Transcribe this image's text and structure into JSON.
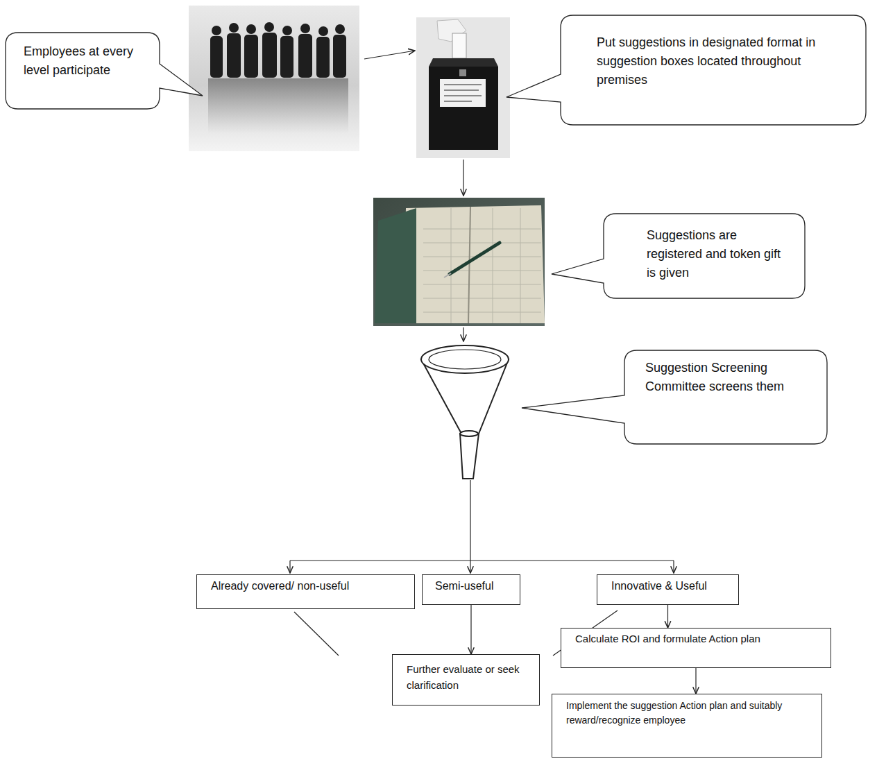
{
  "diagram": {
    "nodes": [
      {
        "text": [
          "Employees at every level participate"
        ]
      },
      {
        "text": [
          "Put suggestions in designated format in suggestion boxes located throughout premises"
        ]
      },
      {
        "text": [
          "Suggestions are registered and token gift is given"
        ]
      },
      {
        "text": [
          "Suggestion Screening Committee screens them"
        ]
      },
      {
        "text": [
          "Already covered/ non-useful"
        ]
      },
      {
        "text": [
          "Semi-useful"
        ]
      },
      {
        "text": [
          "Innovative & Useful"
        ]
      },
      {
        "text": [
          "Further evaluate or seek clarification"
        ]
      },
      {
        "text": [
          "Calculate ROI and formulate Action plan"
        ]
      },
      {
        "text": [
          "Implement the suggestion Action plan and suitably reward/recognize employee"
        ]
      }
    ],
    "edges": [
      {
        "from": 5,
        "to": 7,
        "arrow": "to"
      },
      {
        "from": 6,
        "to": 8,
        "arrow": "to"
      },
      {
        "from": 8,
        "to": 9,
        "arrow": "to"
      }
    ]
  }
}
